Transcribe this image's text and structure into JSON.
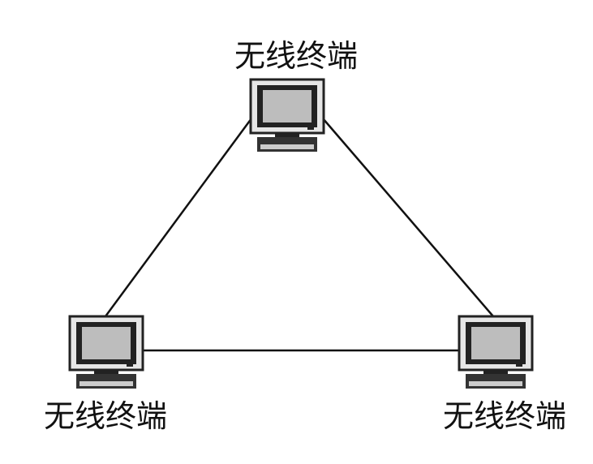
{
  "nodes": [
    {
      "id": "top",
      "label": "无线终端",
      "icon": "computer-icon"
    },
    {
      "id": "bottom-left",
      "label": "无线终端",
      "icon": "computer-icon"
    },
    {
      "id": "bottom-right",
      "label": "无线终端",
      "icon": "computer-icon"
    }
  ],
  "links": [
    {
      "from": "top",
      "to": "bottom-left"
    },
    {
      "from": "top",
      "to": "bottom-right"
    },
    {
      "from": "bottom-left",
      "to": "bottom-right"
    }
  ],
  "colors": {
    "line": "#111111",
    "screen": "#bdbdbd",
    "frame": "#222222",
    "bezel": "#e6e6e6"
  }
}
